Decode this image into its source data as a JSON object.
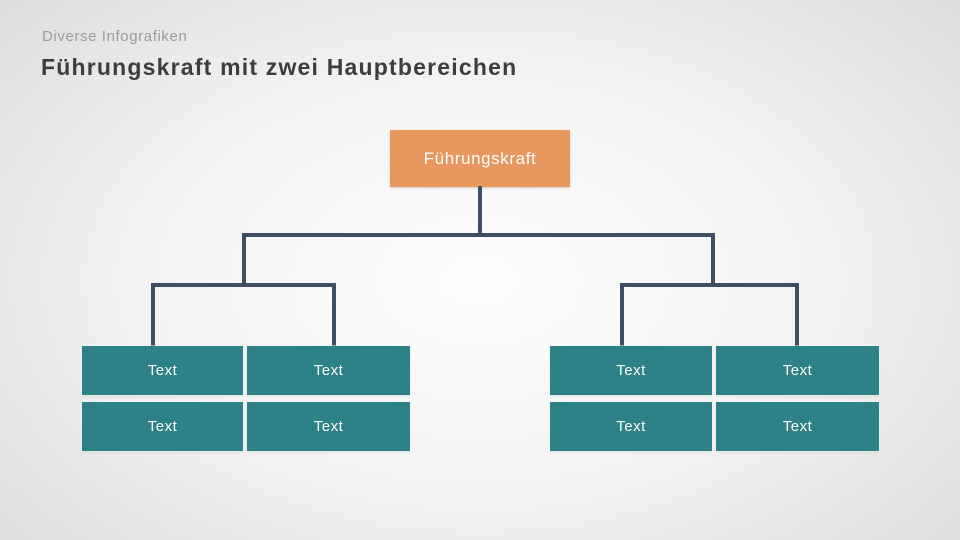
{
  "header": {
    "eyebrow": "Diverse Infografiken",
    "title": "Führungskraft mit zwei Hauptbereichen"
  },
  "orgchart": {
    "root_label": "Führungskraft",
    "groups": [
      {
        "boxes": [
          "Text",
          "Text",
          "Text",
          "Text"
        ]
      },
      {
        "boxes": [
          "Text",
          "Text",
          "Text",
          "Text"
        ]
      }
    ]
  },
  "colors": {
    "root_box": "#E8975F",
    "child_box": "#2E8287",
    "connector": "#3F4E63",
    "title": "#3D3D3D",
    "eyebrow": "#9B9B9B"
  }
}
